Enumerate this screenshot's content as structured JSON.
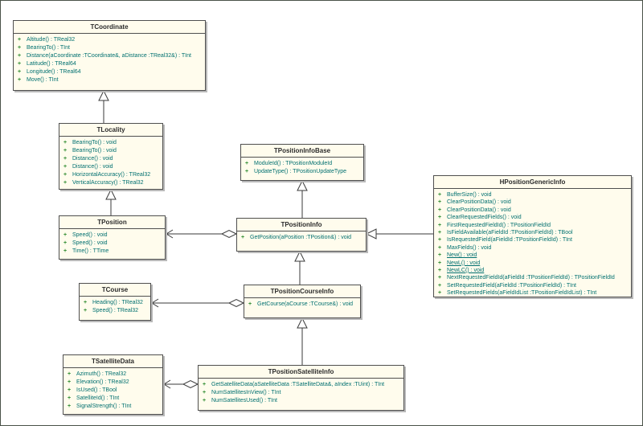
{
  "diagram": {
    "kind": "uml-class-diagram",
    "visibility_marker": "+",
    "colors": {
      "box_fill": "#fffced",
      "box_border": "#4f4f4f",
      "title_text": "#2b2b2b",
      "method_text": "#007070",
      "visibility_marker": "#2e8b2e",
      "connector_line": "#3a3a3a",
      "shadow": "#b9b9b9"
    },
    "classes": {
      "tcoordinate": {
        "name": "TCoordinate",
        "methods": [
          {
            "text": "Altitude() : TReal32"
          },
          {
            "text": "BearingTo() : TInt"
          },
          {
            "text": "Distance(aCoordinate :TCoordinate&, aDistance :TReal32&) : TInt"
          },
          {
            "text": "Latitude() : TReal64"
          },
          {
            "text": "Longitude() : TReal64"
          },
          {
            "text": "Move() : TInt"
          }
        ]
      },
      "tlocality": {
        "name": "TLocality",
        "methods": [
          {
            "text": "BearingTo() : void"
          },
          {
            "text": "BearingTo() : void"
          },
          {
            "text": "Distance() : void"
          },
          {
            "text": "Distance() : void"
          },
          {
            "text": "HorizontalAccuracy() : TReal32"
          },
          {
            "text": "VerticalAccuracy() : TReal32"
          }
        ]
      },
      "tposition": {
        "name": "TPosition",
        "methods": [
          {
            "text": "Speed() : void"
          },
          {
            "text": "Speed() : void"
          },
          {
            "text": "Time() : TTime"
          }
        ]
      },
      "tcourse": {
        "name": "TCourse",
        "methods": [
          {
            "text": "Heading() : TReal32"
          },
          {
            "text": "Speed() : TReal32"
          }
        ]
      },
      "tsatellitedata": {
        "name": "TSatelliteData",
        "methods": [
          {
            "text": "Azimuth() : TReal32"
          },
          {
            "text": "Elevation() : TReal32"
          },
          {
            "text": "IsUsed() : TBool"
          },
          {
            "text": "SatelliteId() : TInt"
          },
          {
            "text": "SignalStrength() : TInt"
          }
        ]
      },
      "tpositioninfobase": {
        "name": "TPositionInfoBase",
        "methods": [
          {
            "text": "ModuleId() : TPositionModuleId"
          },
          {
            "text": "UpdateType() : TPositionUpdateType"
          }
        ]
      },
      "tpositioninfo": {
        "name": "TPositionInfo",
        "methods": [
          {
            "text": "GetPosition(aPosition :TPosition&) : void"
          }
        ]
      },
      "tpositioncourseinfo": {
        "name": "TPositionCourseInfo",
        "methods": [
          {
            "text": "GetCourse(aCourse :TCourse&) : void"
          }
        ]
      },
      "tpositionsatelliteinfo": {
        "name": "TPositionSatelliteInfo",
        "methods": [
          {
            "text": "GetSatelliteData(aSatelliteData :TSatelliteData&, aIndex :TUint) : TInt"
          },
          {
            "text": "NumSatellitesInView() : TInt"
          },
          {
            "text": "NumSatellitesUsed() : TInt"
          }
        ]
      },
      "hpositiongenericinfo": {
        "name": "HPositionGenericInfo",
        "methods": [
          {
            "text": "BufferSize() : void"
          },
          {
            "text": "ClearPositionData() : void"
          },
          {
            "text": "ClearPositionData() : void"
          },
          {
            "text": "ClearRequestedFields() : void"
          },
          {
            "text": "FirstRequestedFieldId() : TPositionFieldId"
          },
          {
            "text": "IsFieldAvailable(aFieldId :TPositionFieldId) : TBool"
          },
          {
            "text": "IsRequestedField(aFieldId :TPositionFieldId) : TInt"
          },
          {
            "text": "MaxFields() : void"
          },
          {
            "text": "New() : void",
            "u": true
          },
          {
            "text": "NewL() : void",
            "u": true
          },
          {
            "text": "NewLC() : void",
            "u": true
          },
          {
            "text": "NextRequestedFieldId(aFieldId :TPositionFieldId) : TPositionFieldId"
          },
          {
            "text": "SetRequestedField(aFieldId :TPositionFieldId) : TInt"
          },
          {
            "text": "SetRequestedFields(aFieldIdList :TPositionFieldIdList) : TInt"
          }
        ]
      }
    },
    "relations": [
      {
        "type": "generalization",
        "from": "TLocality",
        "to": "TCoordinate"
      },
      {
        "type": "generalization",
        "from": "TPosition",
        "to": "TLocality"
      },
      {
        "type": "generalization",
        "from": "TPositionInfo",
        "to": "TPositionInfoBase"
      },
      {
        "type": "generalization",
        "from": "TPositionCourseInfo",
        "to": "TPositionInfo"
      },
      {
        "type": "generalization",
        "from": "TPositionSatelliteInfo",
        "to": "TPositionCourseInfo"
      },
      {
        "type": "generalization",
        "from": "HPositionGenericInfo",
        "to": "TPositionInfo"
      },
      {
        "type": "aggregation",
        "whole": "TPositionInfo",
        "part": "TPosition"
      },
      {
        "type": "aggregation",
        "whole": "TPositionCourseInfo",
        "part": "TCourse"
      },
      {
        "type": "aggregation",
        "whole": "TPositionSatelliteInfo",
        "part": "TSatelliteData"
      }
    ]
  }
}
